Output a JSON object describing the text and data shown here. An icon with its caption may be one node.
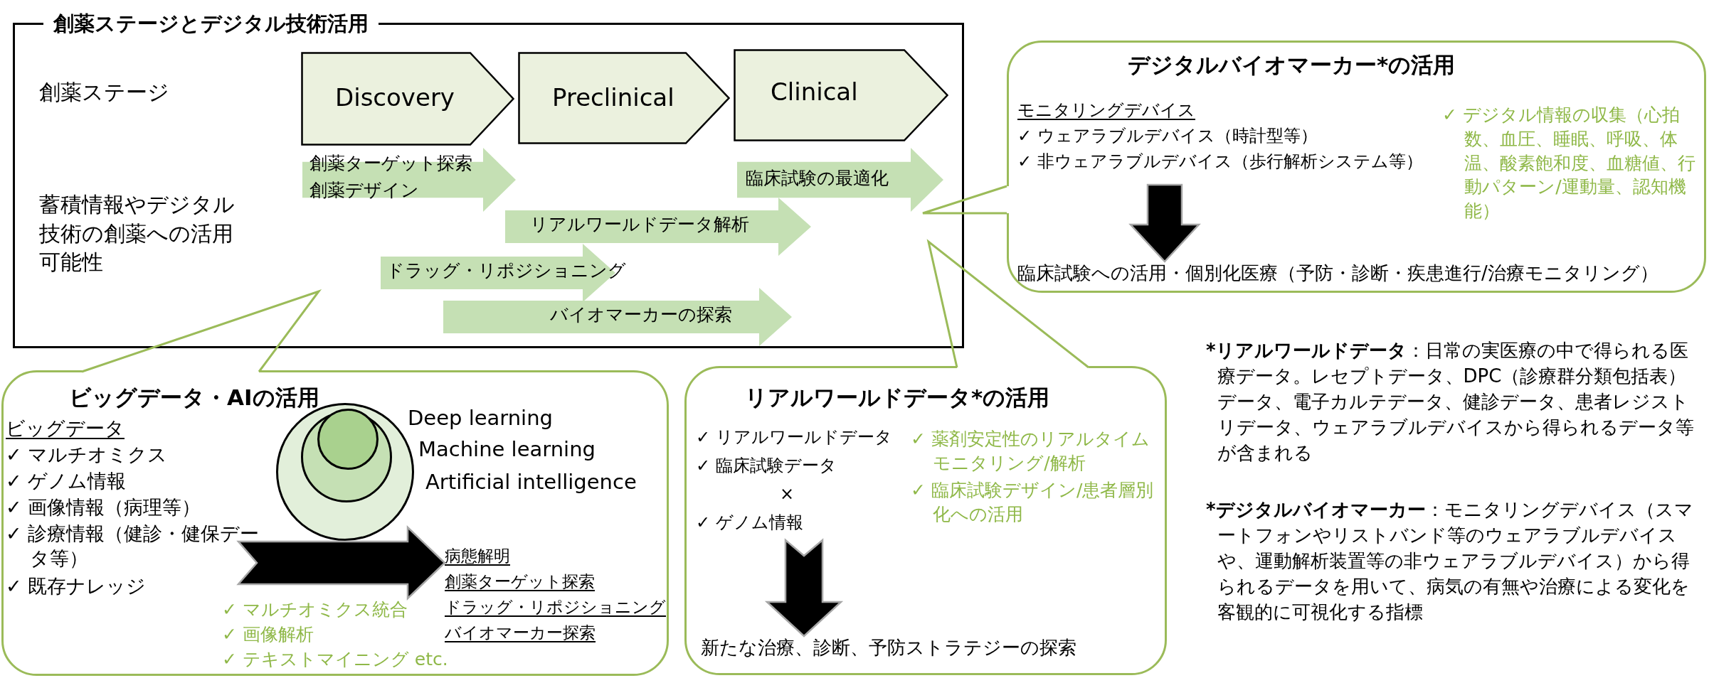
{
  "diagram": {
    "nodes": [
      {
        "text": [
          "創薬ステージとデジタル技術活用"
        ]
      },
      {
        "text": [
          "Discovery"
        ],
        "in": 0
      },
      {
        "text": [
          "Preclinical"
        ],
        "in": 0
      },
      {
        "text": [
          "Clinical"
        ],
        "in": 0
      },
      {
        "text": [
          "創薬ターゲット探索",
          "創薬デザイン"
        ],
        "in": 0
      },
      {
        "text": [
          "臨床試験の最適化"
        ],
        "in": 0
      },
      {
        "text": [
          "リアルワールドデータ解析"
        ],
        "in": 0
      },
      {
        "text": [
          "ドラッグ・リポジショニング"
        ],
        "in": 0
      },
      {
        "text": [
          "バイオマーカーの探索"
        ],
        "in": 0
      },
      {
        "text": [
          "デジタルバイオマーカー*の活用",
          "✓ デジタル情報の収集（心拍数、血圧、睡眠、呼吸、体温、酸素飽和度、血糖値、行動パターン/運動量、認知機能）"
        ]
      },
      {
        "text": [
          "モニタリングデバイス",
          "✓ ウェアラブルデバイス（時計型等）",
          "✓ 非ウェアラブルデバイス（歩行解析システム等）"
        ],
        "in": 9
      },
      {
        "text": [
          "臨床試験への活用・個別化医療（予防・診断・疾患進行/治療モニタリング）"
        ],
        "in": 9
      },
      {
        "text": [
          "ビッグデータ・AIの活用",
          "✓ マルチオミクス統合",
          "✓ 画像解析",
          "✓ テキストマイニング etc."
        ]
      },
      {
        "text": [
          "ビッグデータ",
          "✓ マルチオミクス",
          "✓ ゲノム情報",
          "✓ 画像情報（病理等）",
          "✓ 診療情報（健診・健保データ等）",
          "✓ 既存ナレッジ"
        ],
        "in": 12
      },
      {
        "text": [],
        "shape": "circle",
        "beside": [
          "Artificial intelligence"
        ],
        "in": 12
      },
      {
        "text": [],
        "shape": "circle",
        "beside": [
          "Machine learning"
        ],
        "in": 14
      },
      {
        "text": [],
        "shape": "circle",
        "beside": [
          "Deep learning"
        ],
        "in": 15
      },
      {
        "text": [
          "病態解明",
          "創薬ターゲット探索",
          "ドラッグ・リポジショニング",
          "バイオマーカー探索"
        ],
        "in": 12
      },
      {
        "text": [
          "リアルワールドデータ*の活用",
          "✓ 薬剤安定性のリアルタイムモニタリング/解析",
          "✓ 臨床試験デザイン/患者層別化への活用"
        ]
      },
      {
        "text": [
          "✓ リアルワールドデータ",
          "✓ 臨床試験データ",
          "×",
          "✓ ゲノム情報"
        ],
        "in": 18
      },
      {
        "text": [
          "新たな治療、診断、予防ストラテジーの探索"
        ],
        "in": 18
      }
    ],
    "edges": [
      {
        "from": 10,
        "to": 11,
        "arrow": "to",
        "style": "thick"
      },
      {
        "from": 13,
        "to": 17,
        "arrow": "to",
        "style": "thick"
      },
      {
        "from": 19,
        "to": 20,
        "arrow": "to",
        "style": "thick"
      }
    ],
    "labels": [
      "創薬ステージ",
      "蓄積情報やデジタル技術の創薬への活用可能性",
      "***リアルワールドデータ**：日常の実医療の中で得られる医療データ。レセプトデータ、DPC（診療群分類包括表）データ、電子カルテデータ、健診データ、患者レジストリデータ、ウェアラブルデバイスから得られるデータ等が含まれる",
      "***デジタルバイオマーカー**：モニタリングデバイス（スマートフォンやリストバンド等のウェアラブルデバイスや、運動解析装置等の非ウェアラブルデバイス）から得られるデータを用いて、病気の有無や治療による変化を客観的に可視化する指標"
    ]
  }
}
